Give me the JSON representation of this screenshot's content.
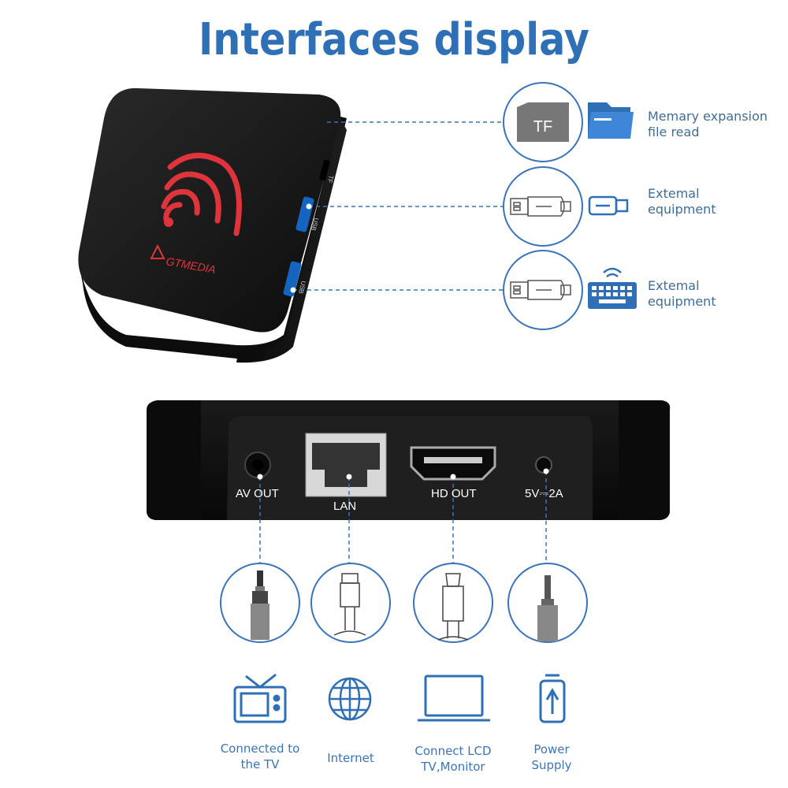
{
  "title": "Interfaces display",
  "device": {
    "brand": "GTMEDIA",
    "side_ports": [
      "TF",
      "USB",
      "USB"
    ]
  },
  "top_features": [
    {
      "icon": "tf-card-icon",
      "card_label": "TF",
      "side_icon": "folder-icon",
      "label_line1": "Memary expansion",
      "label_line2": "file read"
    },
    {
      "icon": "usb-plug-icon",
      "side_icon": "usb-flash-drive-icon",
      "label_line1": "Extemal",
      "label_line2": "equipment"
    },
    {
      "icon": "usb-plug-icon",
      "side_icon": "keyboard-icon",
      "label_line1": "Extemal",
      "label_line2": "equipment"
    }
  ],
  "rear_ports": [
    "AV OUT",
    "LAN",
    "HD OUT",
    "5V⎓2A"
  ],
  "bottom_items": [
    {
      "plug_icon": "av-jack-icon",
      "icon": "tv-icon",
      "label_line1": "Connected to",
      "label_line2": "the TV"
    },
    {
      "plug_icon": "rj45-plug-icon",
      "icon": "globe-icon",
      "label_line1": "Internet",
      "label_line2": ""
    },
    {
      "plug_icon": "hdmi-plug-icon",
      "icon": "monitor-icon",
      "label_line1": "Connect LCD",
      "label_line2": "TV,Monitor"
    },
    {
      "plug_icon": "dc-plug-icon",
      "icon": "power-plug-icon",
      "label_line1": "Power",
      "label_line2": "Supply"
    }
  ],
  "colors": {
    "accent": "#2f6fb5",
    "line": "#3a74b8",
    "device": "#151515",
    "logo_glow": "#e0343c"
  }
}
